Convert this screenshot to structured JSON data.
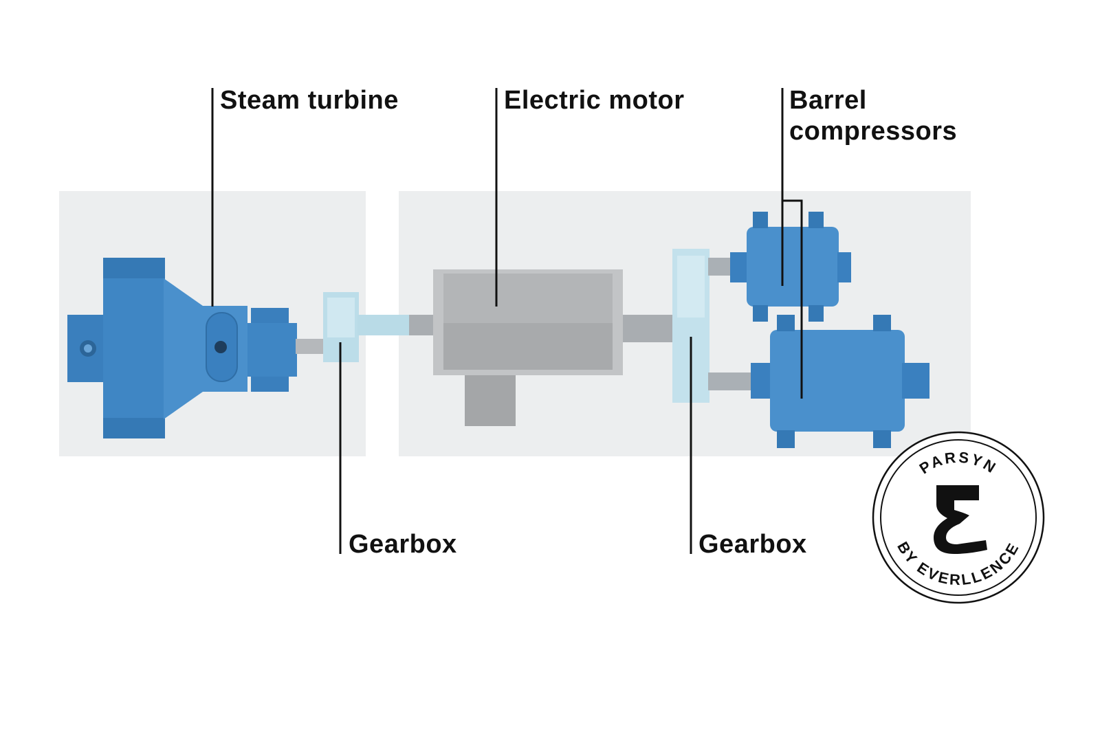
{
  "labels": {
    "steam_turbine": "Steam turbine",
    "electric_motor": "Electric motor",
    "barrel_line1": "Barrel",
    "barrel_line2": "compressors",
    "gearbox_left": "Gearbox",
    "gearbox_right": "Gearbox"
  },
  "logo": {
    "top_text": "PARSYN",
    "bottom_text": "BY EVERLLENCE",
    "mark": "ε"
  },
  "colors": {
    "machine_blue": "#3f86c4",
    "gearbox_light": "#bfe0ec",
    "motor_gray": "#b0b2b4",
    "platform": "#eceeef"
  }
}
